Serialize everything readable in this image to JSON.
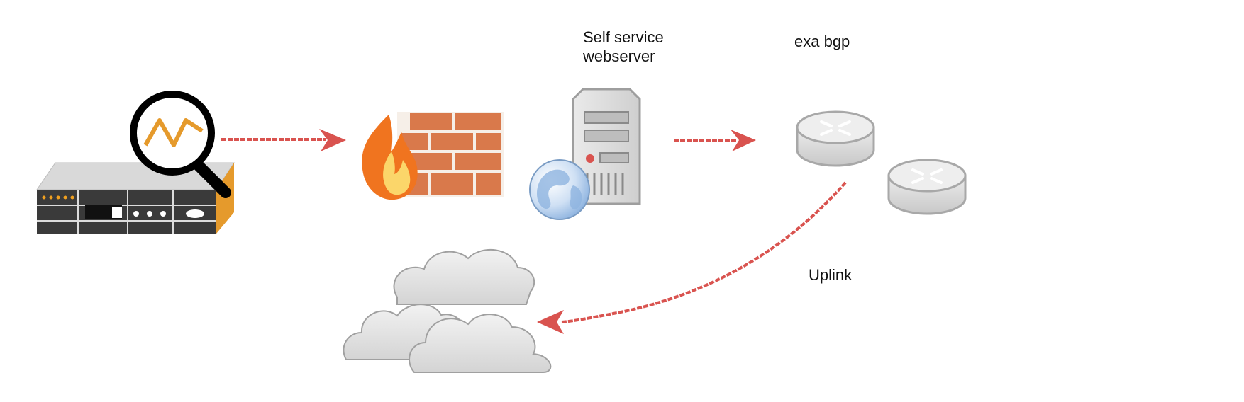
{
  "labels": {
    "webserver_line1": "Self service",
    "webserver_line2": "webserver",
    "bgp": "exa bgp",
    "uplink": "Uplink"
  },
  "nodes": [
    {
      "id": "monitor-appliance",
      "icon": "network-appliance-with-magnifier-icon"
    },
    {
      "id": "firewall",
      "icon": "firewall-icon"
    },
    {
      "id": "webserver",
      "icon": "web-server-icon"
    },
    {
      "id": "router-1",
      "icon": "router-icon"
    },
    {
      "id": "router-2",
      "icon": "router-icon"
    },
    {
      "id": "internet",
      "icon": "cloud-icon"
    }
  ],
  "edges": [
    {
      "from": "monitor-appliance",
      "to": "firewall"
    },
    {
      "from": "webserver",
      "to": "router-1"
    },
    {
      "from": "router-1",
      "to": "internet",
      "label": "Uplink"
    }
  ],
  "colors": {
    "arrow": "#d9534f",
    "brick": "#d9794b",
    "flame_outer": "#f0741f",
    "flame_inner": "#fbd66a",
    "appliance_accent": "#e59a2c",
    "magnifier_signal": "#e59a2c",
    "router": "#d6d6d6",
    "cloud": "#e6e6e6",
    "server": "#dcdcdc",
    "globe": "#8fb4e0"
  }
}
